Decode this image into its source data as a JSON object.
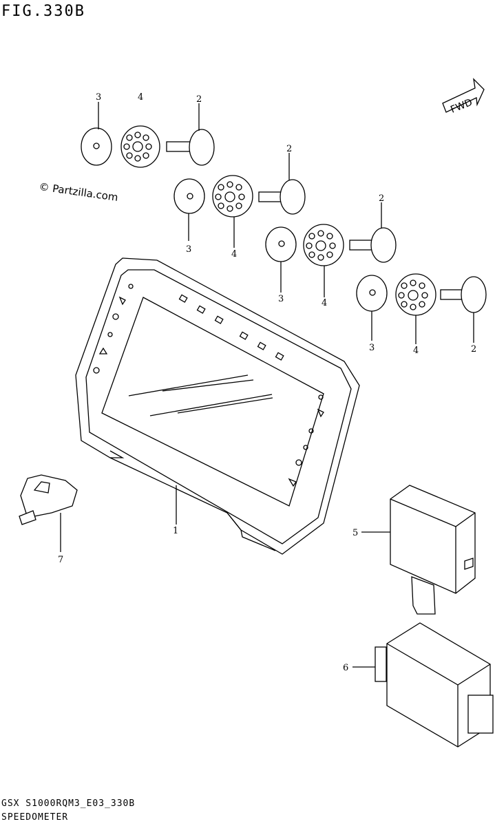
{
  "figure": {
    "title": "FIG.330B",
    "code": "GSX S1000RQM3_E03_330B",
    "name": "SPEEDOMETER",
    "watermark": "© Partzilla.com",
    "direction_label": "FWD"
  },
  "callouts": [
    {
      "id": "1",
      "part": "speedometer"
    },
    {
      "id": "2",
      "part": "screw"
    },
    {
      "id": "3",
      "part": "washer"
    },
    {
      "id": "4",
      "part": "cushion"
    },
    {
      "id": "5",
      "part": "relay"
    },
    {
      "id": "6",
      "part": "relay-cover"
    },
    {
      "id": "7",
      "part": "coupler"
    }
  ],
  "labels": {
    "l1": "1",
    "l2": "2",
    "l3": "3",
    "l4": "4",
    "l5": "5",
    "l6": "6",
    "l7": "7"
  },
  "colors": {
    "line": "#000000",
    "background": "#ffffff"
  }
}
